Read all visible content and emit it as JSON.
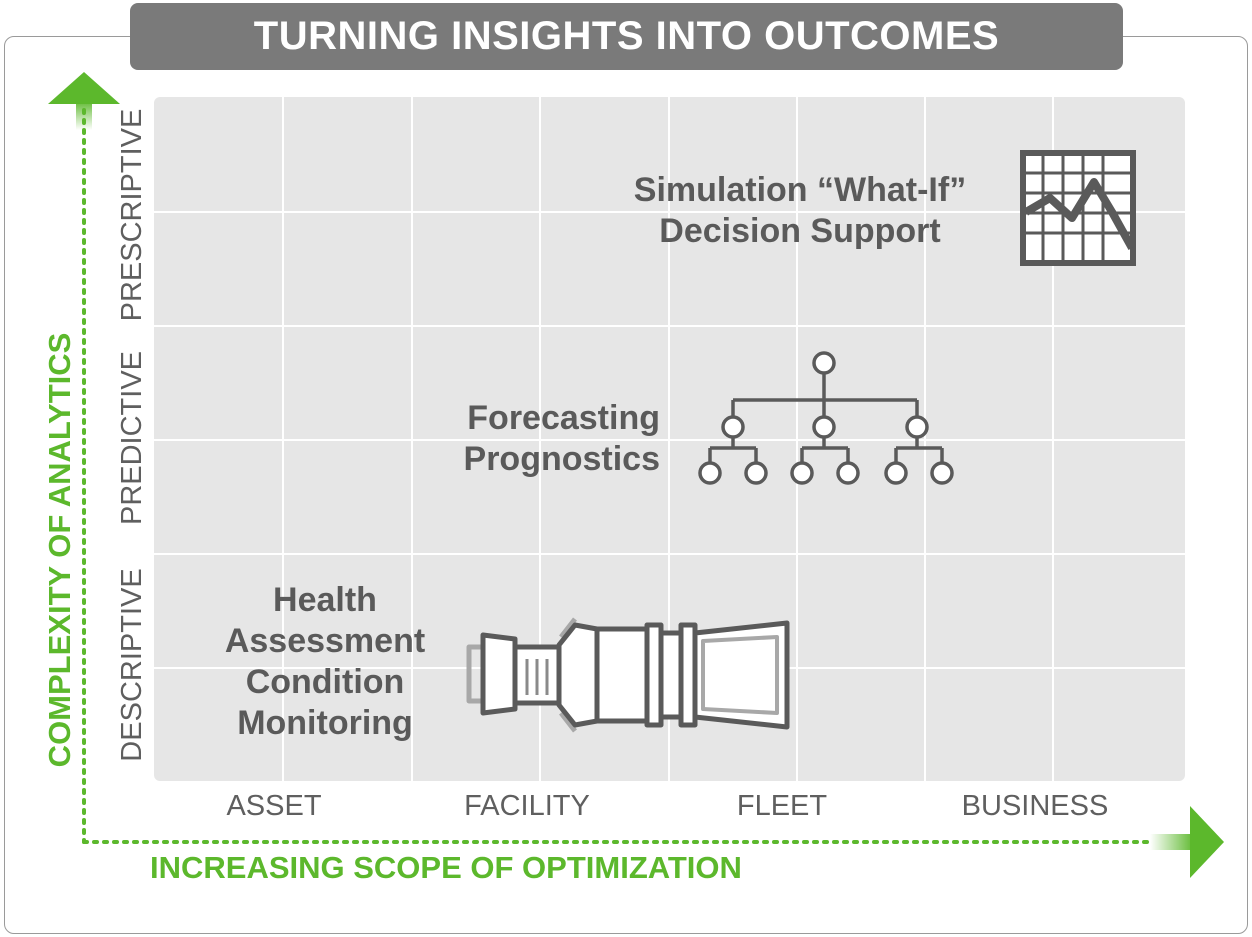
{
  "title": "TURNING INSIGHTS INTO OUTCOMES",
  "y_axis": {
    "title": "COMPLEXITY OF ANALYTICS",
    "levels": [
      "PRESCRIPTIVE",
      "PREDICTIVE",
      "DESCRIPTIVE"
    ]
  },
  "x_axis": {
    "title": "INCREASING SCOPE OF OPTIMIZATION",
    "levels": [
      "ASSET",
      "FACILITY",
      "FLEET",
      "BUSINESS"
    ]
  },
  "tiers": {
    "prescriptive": {
      "line1": "Simulation “What-If”",
      "line2": "Decision Support",
      "icon": "chart-icon"
    },
    "predictive": {
      "line1": "Forecasting",
      "line2": "Prognostics",
      "icon": "hierarchy-tree-icon"
    },
    "descriptive": {
      "line1": "Health",
      "line2": "Assessment",
      "line3": "Condition",
      "line4": "Monitoring",
      "icon": "turbine-engine-icon"
    }
  },
  "colors": {
    "accent_green": "#5cb82c",
    "title_bar": "#7a7a7a",
    "grid_bg": "#e6e6e6",
    "text_gray": "#5a5a5a"
  }
}
